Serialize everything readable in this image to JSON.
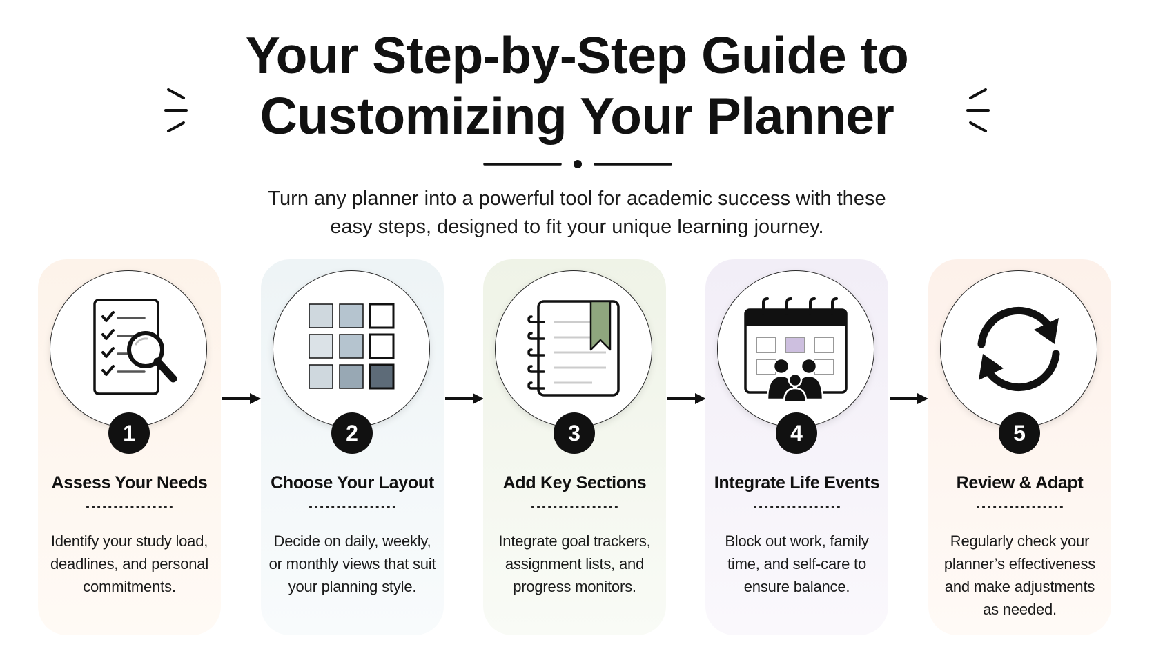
{
  "header": {
    "title_line1": "Your Step-by-Step Guide to",
    "title_line2": "Customizing Your Planner",
    "subtitle_line1": "Turn any planner into a powerful tool for academic success with these",
    "subtitle_line2": "easy steps, designed to fit your unique learning journey."
  },
  "steps": [
    {
      "number": "1",
      "title": "Assess Your Needs",
      "icon": "checklist-magnifier-icon",
      "description": "Identify your study load, deadlines, and personal commitments."
    },
    {
      "number": "2",
      "title": "Choose Your Layout",
      "icon": "layout-grid-icon",
      "description": "Decide on daily, weekly, or monthly views that suit your planning style."
    },
    {
      "number": "3",
      "title": "Add Key Sections",
      "icon": "notebook-bookmark-icon",
      "description": "Integrate goal trackers, assignment lists, and progress monitors."
    },
    {
      "number": "4",
      "title": "Integrate Life Events",
      "icon": "calendar-family-icon",
      "description": "Block out work, family time, and self-care to ensure balance."
    },
    {
      "number": "5",
      "title": "Review & Adapt",
      "icon": "refresh-cycle-icon",
      "description": "Regularly check your planner’s effectiveness and make adjustments as needed."
    }
  ],
  "colors": {
    "card_1": "#fdf3ea",
    "card_2": "#eef4f6",
    "card_3": "#eff3e7",
    "card_4": "#f2eef7",
    "card_5": "#fdf1ea",
    "bookmark_green": "#8fa67e",
    "calendar_purple": "#cdbfdf",
    "grid_blue": "#b5c4cf"
  }
}
